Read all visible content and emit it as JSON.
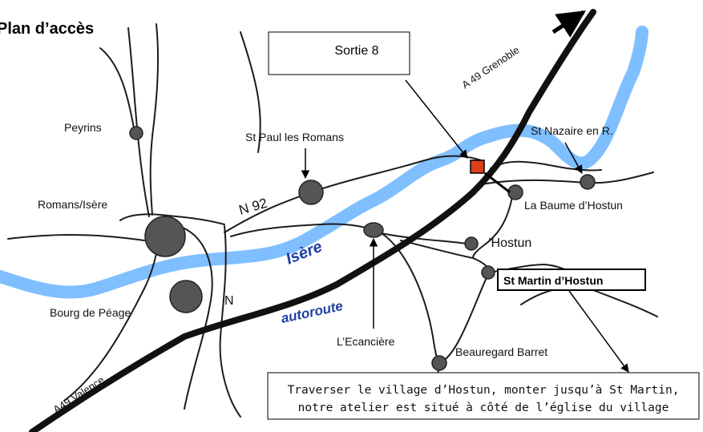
{
  "map": {
    "title": "Plan d’accès",
    "colors": {
      "river": "#7fbfff",
      "river_label": "#1f3fa0",
      "town": "#555555",
      "workshop_marker": "#d9401b",
      "road": "#1c1c1c"
    },
    "places": {
      "peyrins": "Peyrins",
      "st_paul": "St Paul les Romans",
      "romans": "Romans/Isère",
      "bourg_de_peage": "Bourg de Péage",
      "st_nazaire": "St Nazaire en R.",
      "la_baume": "La Baume d’Hostun",
      "hostun": "’Hostun",
      "st_martin": "St Martin d’Hostun",
      "ecanciere": "L’Ecancière",
      "beauregard": "Beauregard Barret"
    },
    "roads": {
      "n92": "N 92",
      "n": "N",
      "a49_grenoble": "A 49 Grenoble",
      "a49_valence": "A49 Valence",
      "autoroute": "autoroute"
    },
    "river": {
      "label": "Isère"
    },
    "exit_box": "Sortie 8",
    "directions": {
      "line1": "Traverser le village d’Hostun, monter jusqu’à St Martin,",
      "line2": "notre atelier est situé à côté de l’église du village"
    }
  }
}
